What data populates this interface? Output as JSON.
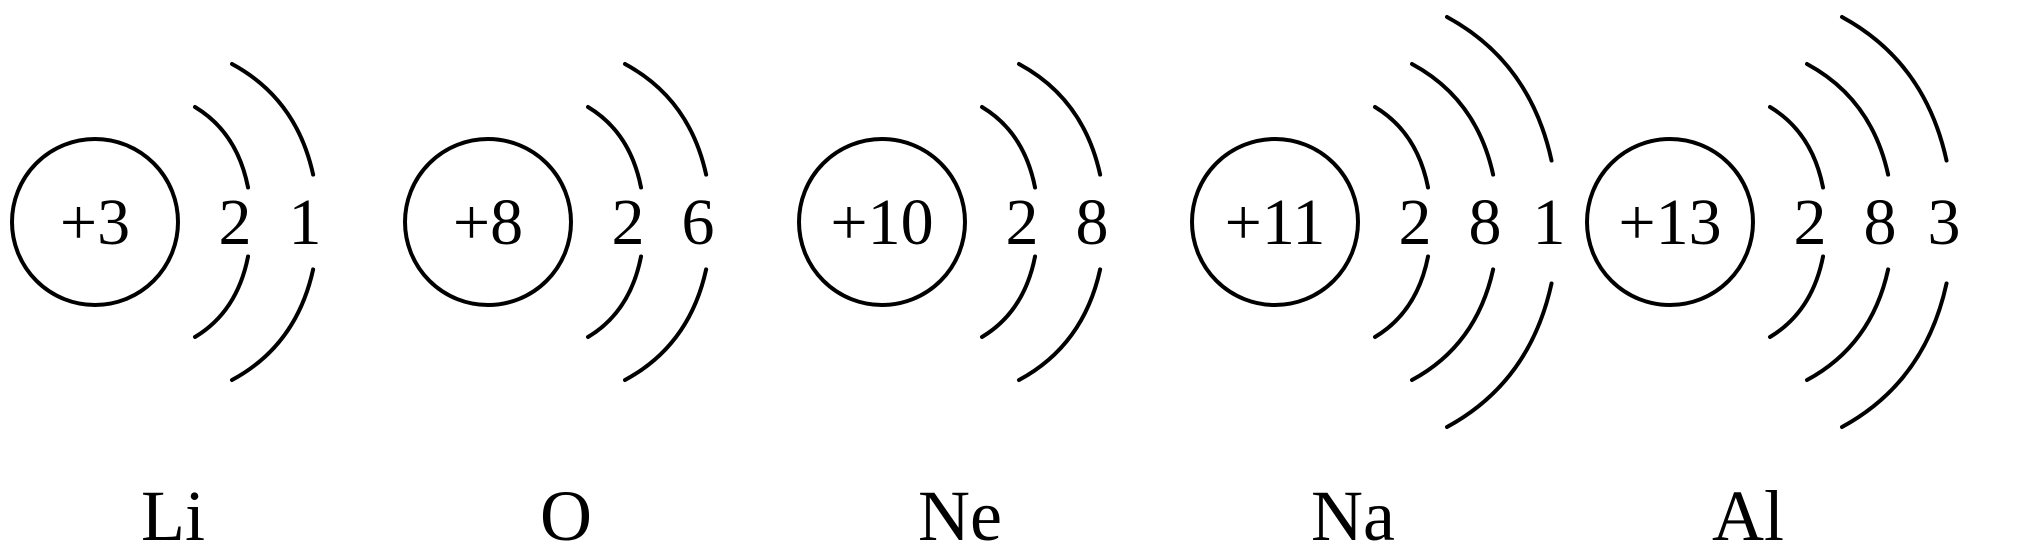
{
  "atoms": [
    {
      "charge": "+3",
      "shells": [
        "2",
        "1"
      ],
      "symbol": "Li"
    },
    {
      "charge": "+8",
      "shells": [
        "2",
        "6"
      ],
      "symbol": "O"
    },
    {
      "charge": "+10",
      "shells": [
        "2",
        "8"
      ],
      "symbol": "Ne"
    },
    {
      "charge": "+11",
      "shells": [
        "2",
        "8",
        "1"
      ],
      "symbol": "Na"
    },
    {
      "charge": "+13",
      "shells": [
        "2",
        "8",
        "3"
      ],
      "symbol": "Al"
    }
  ]
}
